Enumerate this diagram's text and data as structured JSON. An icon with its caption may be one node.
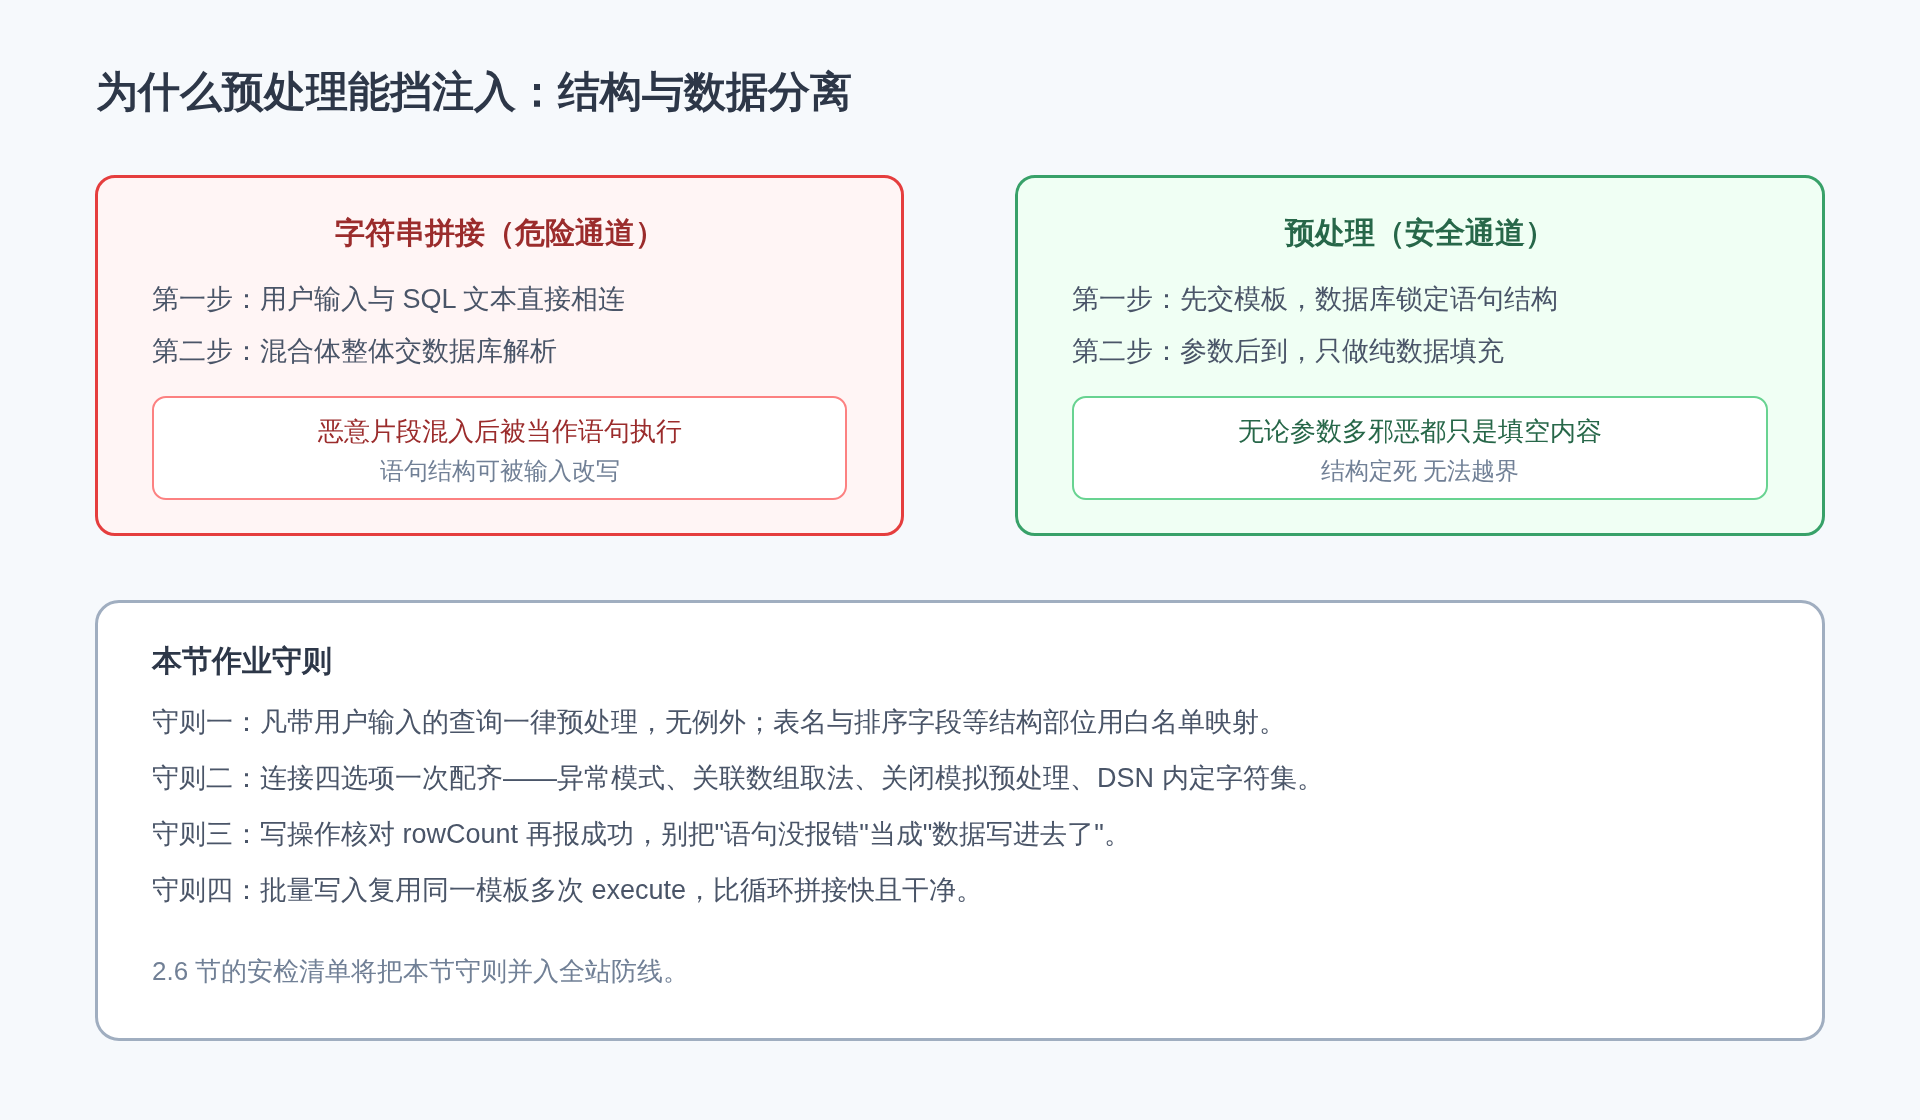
{
  "diagram": {
    "title": "为什么预处理能挡注入：结构与数据分离",
    "nodes": [
      {
        "text": [
          "字符串拼接（危险通道）",
          "第一步：用户输入与 SQL 文本直接相连",
          "第二步：混合体整体交数据库解析"
        ]
      },
      {
        "text": [
          "恶意片段混入后被当作语句执行",
          "语句结构可被输入改写"
        ],
        "in": 0
      },
      {
        "text": [
          "预处理（安全通道）",
          "第一步：先交模板，数据库锁定语句结构",
          "第二步：参数后到，只做纯数据填充"
        ]
      },
      {
        "text": [
          "无论参数多邪恶都只是填空内容",
          "结构定死 无法越界"
        ],
        "in": 2
      },
      {
        "text": [
          "本节作业守则",
          "守则一：凡带用户输入的查询一律预处理，无例外；表名与排序字段等结构部位用白名单映射。",
          "守则二：连接四选项一次配齐——异常模式、关联数组取法、关闭模拟预处理、DSN 内定字符集。",
          "守则三：写操作核对 rowCount 再报成功，别把\"语句没报错\"当成\"数据写进去了\"。",
          "守则四：批量写入复用同一模板多次 execute，比循环拼接快且干净。",
          "2.6 节的安检清单将把本节守则并入全站防线。"
        ]
      }
    ],
    "edges": []
  }
}
